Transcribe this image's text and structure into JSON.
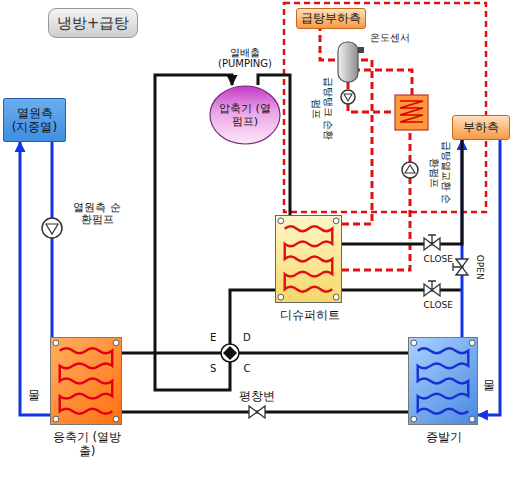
{
  "diagram": {
    "title": "냉방+급탕",
    "nodes": [
      {
        "text": [
          "열원측 (지중열)"
        ]
      },
      {
        "text": [
          "급탕부하측"
        ]
      },
      {
        "text": [
          "부하측"
        ]
      },
      {
        "text": [
          "압축기 (열펌프)"
        ]
      },
      {
        "text": [
          "디슈퍼히트"
        ]
      },
      {
        "text": [
          "응축기 (열방출)"
        ]
      },
      {
        "text": [
          "증발기"
        ]
      }
    ],
    "edges": [
      {
        "from": 5,
        "to": 0,
        "arrow": "to",
        "label": "물"
      },
      {
        "from": 0,
        "to": 5,
        "arrow": "none"
      },
      {
        "from": 6,
        "to": 2,
        "arrow": "to"
      },
      {
        "from": 2,
        "to": 6,
        "arrow": "to",
        "label": "물"
      },
      {
        "from": 3,
        "to": 4,
        "arrow": "none"
      },
      {
        "from": 4,
        "to": 5,
        "arrow": "none"
      },
      {
        "from": 5,
        "to": 6,
        "arrow": "none",
        "label": "평창변"
      },
      {
        "from": 6,
        "to": 3,
        "arrow": "to"
      },
      {
        "from": 4,
        "to": 2,
        "arrow": "none"
      },
      {
        "from": 4,
        "to": 1,
        "arrow": "none"
      }
    ],
    "labels": [
      "열배출 (PUMPING)",
      "열원측 순환펌프",
      "온도센서",
      "급탕탱크 순환펌프",
      "급탕열교환 순환펌프",
      "CLOSE",
      "OPEN",
      "CLOSE",
      "E",
      "D",
      "S",
      "C"
    ]
  }
}
